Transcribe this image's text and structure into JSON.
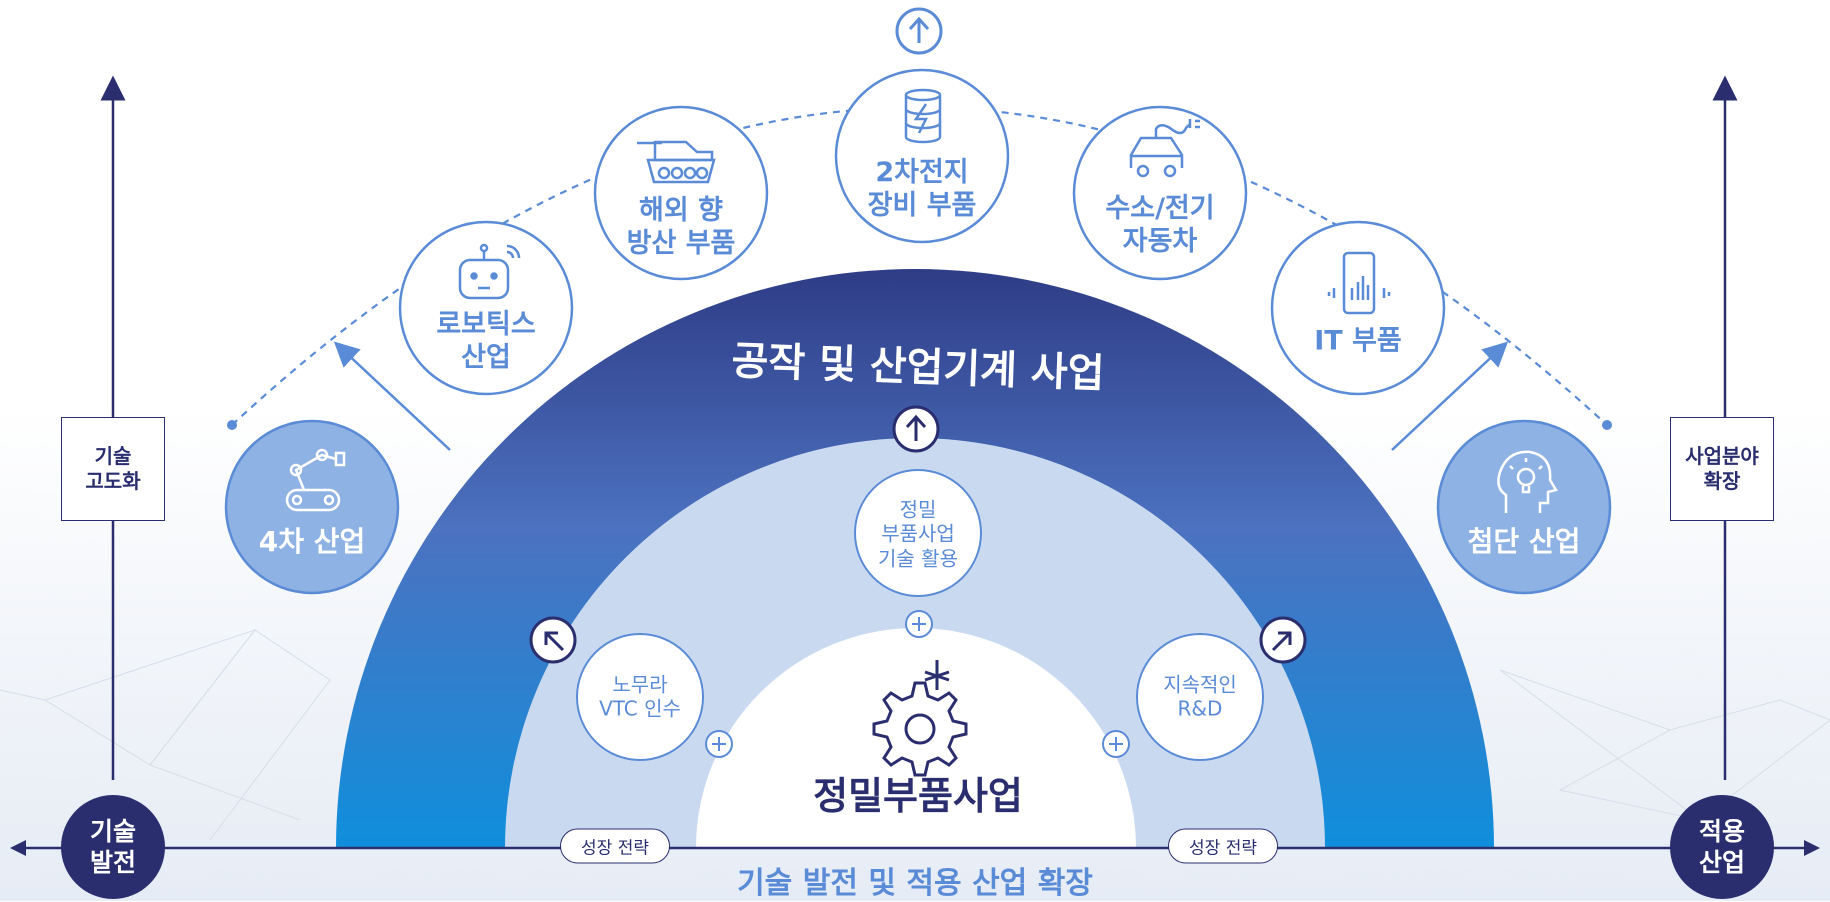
{
  "colors": {
    "navy": "#2a2e6e",
    "accent_blue": "#5a8bd6",
    "outer_arc_top": "#2f3c86",
    "outer_arc_bottom": "#0f8fdc",
    "inner_arc": "#c9daf0"
  },
  "core": {
    "title": "정밀부품사업",
    "icon": "gear-icon"
  },
  "outer_arc": {
    "label": "공작 및 산업기계 사업"
  },
  "inner_items": {
    "top": "정밀\n부품사업\n기술 활용",
    "left": "노무라\nVTC 인수",
    "right": "지속적인\nR&D"
  },
  "growth_strategy": [
    "성장 전략",
    "성장 전략"
  ],
  "satellites": [
    {
      "label": "4차 산업",
      "icon": "robot-arm-icon"
    },
    {
      "label": "로보틱스\n산업",
      "icon": "robot-icon"
    },
    {
      "label": "해외 향\n방산 부품",
      "icon": "tank-icon"
    },
    {
      "label": "2차전지\n장비 부품",
      "icon": "battery-icon"
    },
    {
      "label": "수소/전기\n자동차",
      "icon": "electric-car-icon"
    },
    {
      "label": "IT 부품",
      "icon": "smartphone-icon"
    },
    {
      "label": "첨단 산업",
      "icon": "head-bulb-icon"
    }
  ],
  "left_axis": {
    "box_label": "기술\n고도화",
    "corner_label": "기술\n발전"
  },
  "right_axis": {
    "box_label": "사업분야\n확장",
    "corner_label": "적용\n산업"
  },
  "bottom_axis": {
    "title": "기술 발전 및 적용 산업 확장"
  }
}
